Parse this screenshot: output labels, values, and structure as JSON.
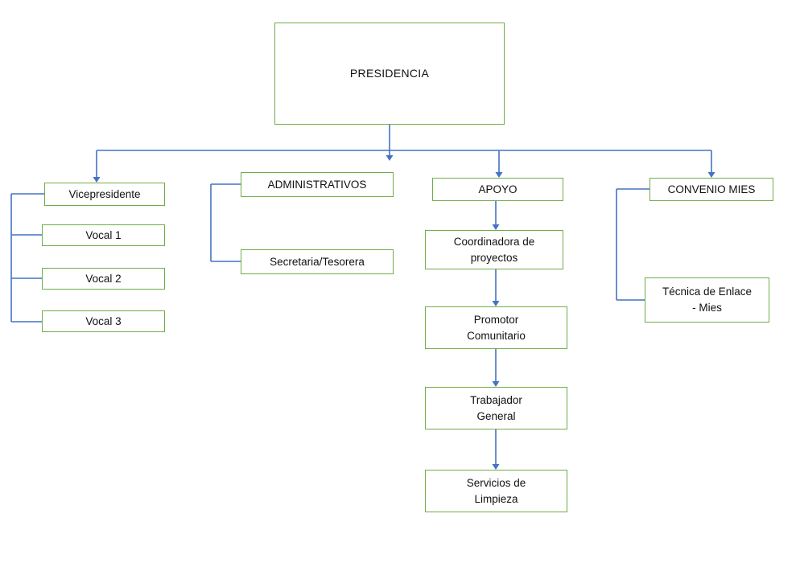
{
  "colors": {
    "box_border": "#70AD47",
    "connector": "#4472C4",
    "text": "#111111",
    "background": "#FFFFFF"
  },
  "nodes": {
    "presidencia": {
      "label": "PRESIDENCIA"
    },
    "vicepresidente": {
      "label": "Vicepresidente"
    },
    "vocal1": {
      "label": "Vocal 1"
    },
    "vocal2": {
      "label": "Vocal 2"
    },
    "vocal3": {
      "label": "Vocal 3"
    },
    "administrativos": {
      "label": "ADMINISTRATIVOS"
    },
    "secretaria": {
      "label": "Secretaria/Tesorera"
    },
    "apoyo": {
      "label": "APOYO"
    },
    "coordinadora": {
      "label": "Coordinadora de proyectos",
      "lines": [
        "Coordinadora de",
        "proyectos"
      ]
    },
    "promotor": {
      "label": "Promotor Comunitario",
      "lines": [
        "Promotor",
        "Comunitario"
      ]
    },
    "trabajador": {
      "label": "Trabajador General",
      "lines": [
        "Trabajador",
        "General"
      ]
    },
    "servicios": {
      "label": "Servicios de Limpieza",
      "lines": [
        "Servicios de",
        "Limpieza"
      ]
    },
    "convenio_mies": {
      "label": "CONVENIO MIES"
    },
    "tecnica_enlace": {
      "label": "Técnica de Enlace - Mies",
      "lines": [
        "Técnica de Enlace",
        "- Mies"
      ]
    }
  },
  "hierarchy": {
    "root": "PRESIDENCIA",
    "branches": [
      {
        "head": "Vicepresidente",
        "members": [
          "Vocal 1",
          "Vocal 2",
          "Vocal 3"
        ]
      },
      {
        "head": "ADMINISTRATIVOS",
        "members": [
          "Secretaria/Tesorera"
        ]
      },
      {
        "head": "APOYO",
        "members": [
          "Coordinadora de proyectos",
          "Promotor Comunitario",
          "Trabajador General",
          "Servicios de Limpieza"
        ]
      },
      {
        "head": "CONVENIO MIES",
        "members": [
          "Técnica de Enlace - Mies"
        ]
      }
    ]
  }
}
